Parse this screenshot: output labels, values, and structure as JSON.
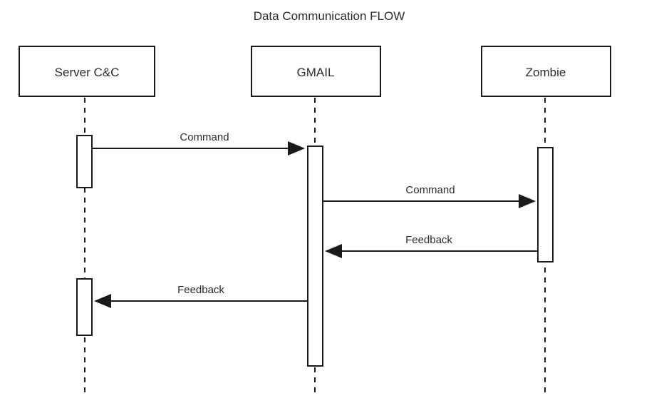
{
  "diagram": {
    "title": "Data Communication FLOW",
    "type": "uml-sequence-diagram",
    "colors": {
      "stroke": "#1a1a1a",
      "text": "#2b2b2b",
      "background": "#ffffff"
    },
    "participants": [
      {
        "id": "server",
        "label": "Server C&C"
      },
      {
        "id": "gmail",
        "label": "GMAIL"
      },
      {
        "id": "zombie",
        "label": "Zombie"
      }
    ],
    "messages": [
      {
        "id": "m1",
        "label": "Command",
        "from": "server",
        "to": "gmail",
        "direction": "right",
        "arrow": "solid-filled"
      },
      {
        "id": "m2",
        "label": "Command",
        "from": "gmail",
        "to": "zombie",
        "direction": "right",
        "arrow": "solid-filled"
      },
      {
        "id": "m3",
        "label": "Feedback",
        "from": "zombie",
        "to": "gmail",
        "direction": "left",
        "arrow": "solid-filled"
      },
      {
        "id": "m4",
        "label": "Feedback",
        "from": "gmail",
        "to": "server",
        "direction": "left",
        "arrow": "solid-filled"
      }
    ]
  }
}
